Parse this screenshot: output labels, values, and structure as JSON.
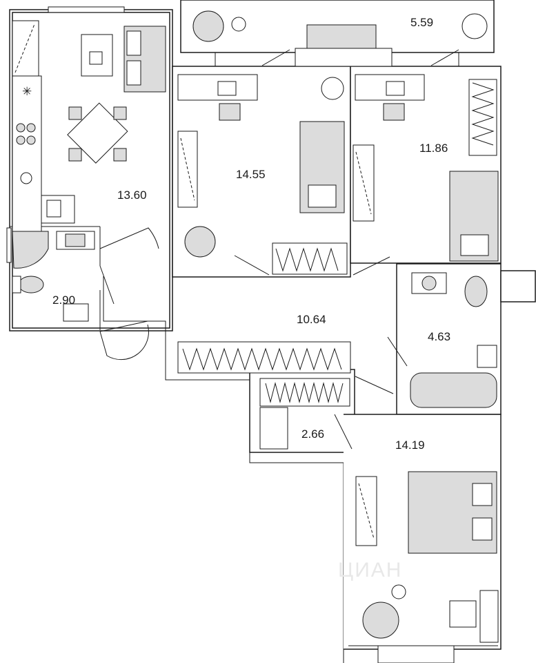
{
  "plan": {
    "areas": {
      "kitchen_living": "13.60",
      "bathroom_small": "2.90",
      "bedroom_left": "14.55",
      "balcony": "5.59",
      "bedroom_right": "11.86",
      "hall": "10.64",
      "bathroom_large": "4.63",
      "storage": "2.66",
      "bedroom_master": "14.19"
    },
    "watermark": "ЦИАН",
    "colors": {
      "wall": "#1a1a1a",
      "furniture_fill": "#dcdcdc",
      "background": "#ffffff"
    }
  }
}
